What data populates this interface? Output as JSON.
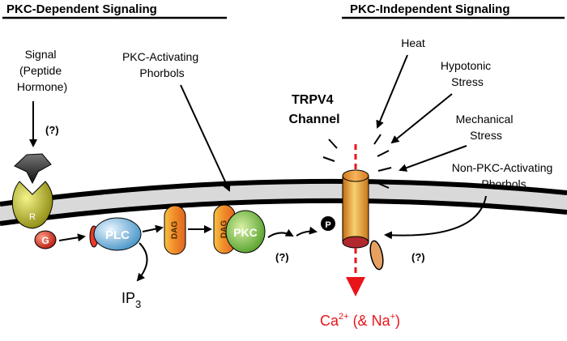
{
  "headers": {
    "left": "PKC-Dependent Signaling",
    "right": "PKC-Independent Signaling"
  },
  "signal": {
    "line1": "Signal",
    "line2": "(Peptide",
    "line3": "Hormone)"
  },
  "unknown_mark": "(?)",
  "pkc_activating": {
    "line1": "PKC-Activating",
    "line2": "Phorbols"
  },
  "channel": {
    "line1": "TRPV4",
    "line2": "Channel"
  },
  "stimuli": {
    "heat": "Heat",
    "hypotonic": {
      "line1": "Hypotonic",
      "line2": "Stress"
    },
    "mechanical": {
      "line1": "Mechanical",
      "line2": "Stress"
    },
    "non_pkc": {
      "line1": "Non-PKC-Activating",
      "line2": "Phorbols"
    }
  },
  "molecules": {
    "receptor": "R",
    "gprotein": "G",
    "plc": "PLC",
    "dag": "DAG",
    "pkc": "PKC",
    "phospho": "P"
  },
  "products": {
    "ip3_base": "IP",
    "ip3_sub": "3",
    "ca_base": "Ca",
    "ca_sup": "2+",
    "ca_rest": " (& Na",
    "na_sup": "+",
    "ca_close": ")"
  },
  "colors": {
    "ink": "#000000",
    "ion": "#e8141a",
    "receptor": "#c9c81a",
    "gprotein": "#e83a28",
    "plc": "#6fb6e0",
    "dag": "#f2a12a",
    "pkc": "#7ec24a",
    "channel": "#f0a23a",
    "membrane": "#d9d9d9"
  }
}
